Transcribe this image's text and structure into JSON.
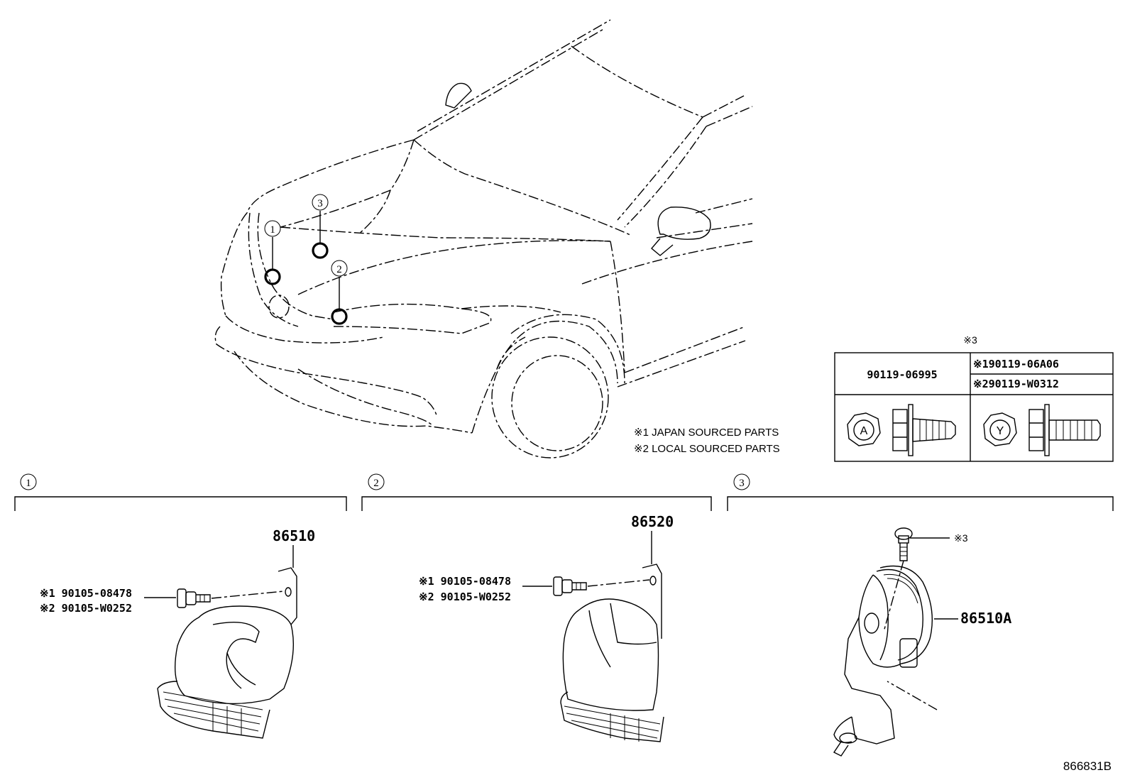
{
  "notes": {
    "japan": "※1 JAPAN SOURCED PARTS",
    "local": "※2 LOCAL SOURCED PARTS"
  },
  "bolt_table": {
    "mark": "※3",
    "col1_part": "90119-06995",
    "col2_row1": "※190119-06A06",
    "col2_row2": "※290119-W0312",
    "head_a": "A",
    "head_y": "Y"
  },
  "locations": {
    "loc1": "1",
    "loc2": "2",
    "loc3": "3"
  },
  "sections": [
    {
      "number": "1",
      "part": "86510",
      "bolt_japan": "※1 90105-08478",
      "bolt_local": "※2 90105-W0252"
    },
    {
      "number": "2",
      "part": "86520",
      "bolt_japan": "※1 90105-08478",
      "bolt_local": "※2 90105-W0252"
    },
    {
      "number": "3",
      "part": "86510A",
      "bolt_ref": "※3"
    }
  ],
  "diagram_id": "866831B"
}
